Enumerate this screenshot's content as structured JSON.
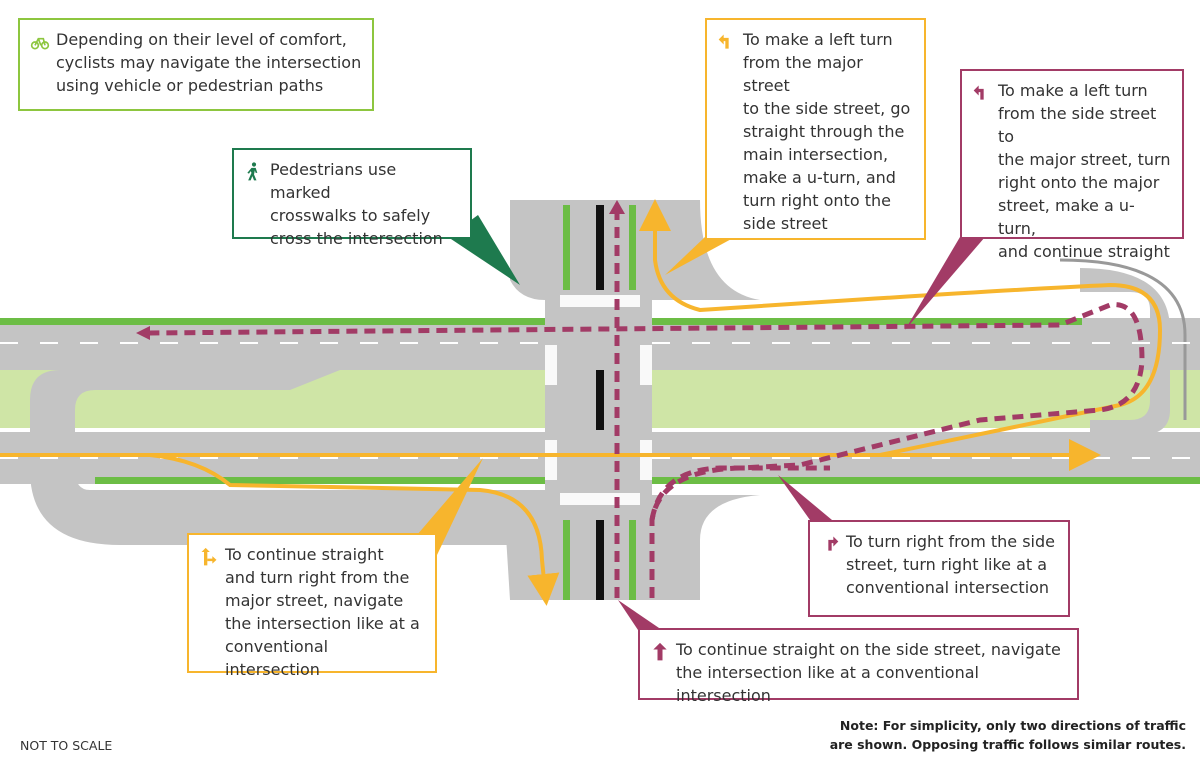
{
  "callouts": {
    "cyclists": "Depending on their level of comfort,\ncyclists may navigate the intersection\nusing vehicle or pedestrian paths",
    "pedestrians": "Pedestrians use marked\ncrosswalks to safely\ncross the intersection",
    "left_turn_major": "To make a left turn\nfrom the major street\nto the side street, go\nstraight through the\nmain intersection,\nmake a u-turn, and\nturn right onto the\nside street",
    "left_turn_side": "To make a left turn\nfrom the side street to\nthe major street, turn\nright onto the major\nstreet, make a u-turn,\nand continue straight",
    "straight_right_major": "To continue straight\nand turn right from the\nmajor street, navigate\nthe intersection like at a\nconventional intersection",
    "right_turn_side": "To turn right from the side\nstreet, turn right like at a\nconventional intersection",
    "straight_side": "To continue straight on the side street, navigate\nthe intersection like at a conventional intersection"
  },
  "note": "Note: For simplicity, only two directions of traffic\nare shown. Opposing traffic follows similar routes.",
  "scale_label": "NOT TO SCALE",
  "colors": {
    "road": "#c8c8c8",
    "median": "#cfe5a6",
    "bike_lane": "#6cbd45",
    "major_path": "#f7b52d",
    "side_path": "#a23b66",
    "pedestrian": "#1e7a4e"
  },
  "icons": [
    "bicycle-icon",
    "pedestrian-icon",
    "left-turn-arrow-icon",
    "right-turn-arrow-icon",
    "straight-right-arrow-icon",
    "straight-arrow-icon"
  ]
}
